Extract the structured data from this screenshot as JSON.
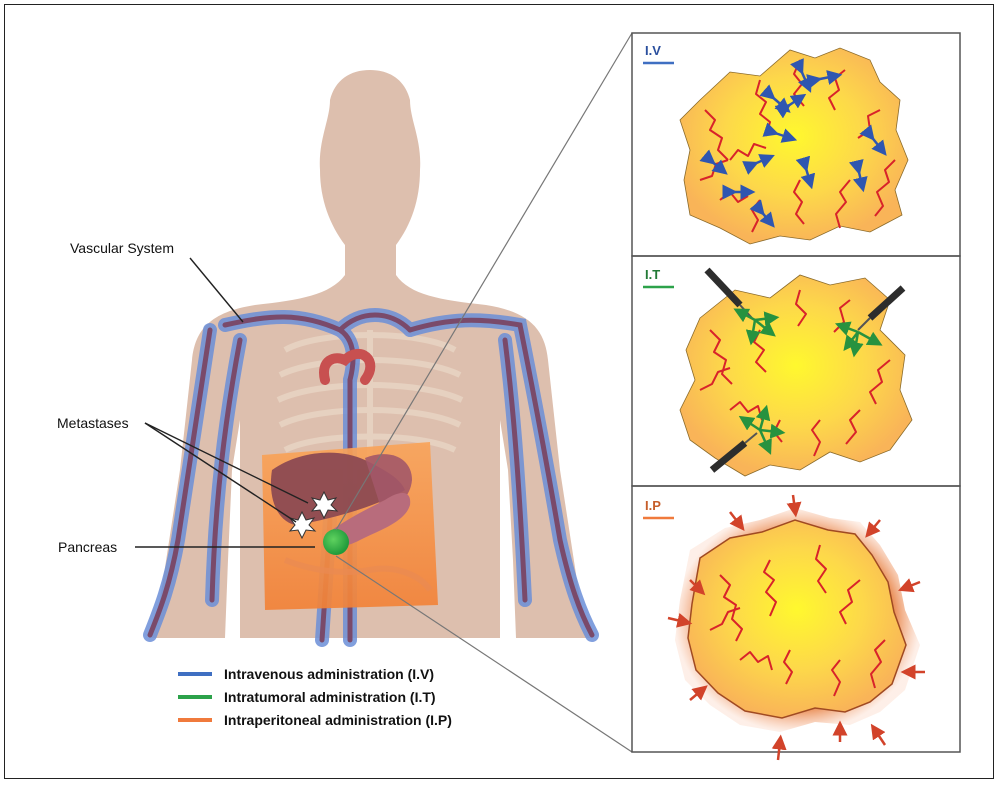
{
  "labels": {
    "vascular": "Vascular System",
    "metastases": "Metastases",
    "pancreas": "Pancreas"
  },
  "legend": [
    {
      "text": "Intravenous administration (I.V)",
      "color": "#3f6fc2"
    },
    {
      "text": "Intratumoral administration (I.T)",
      "color": "#2ca24a"
    },
    {
      "text": "Intraperitoneal administration (I.P)",
      "color": "#f07a3c"
    }
  ],
  "panels": [
    {
      "title": "I.V",
      "color": "#3f6fc2",
      "arrow_icon": "double-arrow-icon"
    },
    {
      "title": "I.T",
      "color": "#2ca24a",
      "arrow_icon": "syringe-icon"
    },
    {
      "title": "I.P",
      "color": "#f07a3c",
      "arrow_icon": "inward-arrow-icon"
    }
  ],
  "colors": {
    "body": "#ddbfae",
    "vessel_outer": "#6c8fd8",
    "vessel_inner": "#7a4a6a",
    "peritoneum": "#f7934a",
    "tumor_center": "#fff23a",
    "tumor_edge": "#fbc05a",
    "capillary": "#d8232a",
    "pancreatic_tumor": "#38b54a"
  }
}
